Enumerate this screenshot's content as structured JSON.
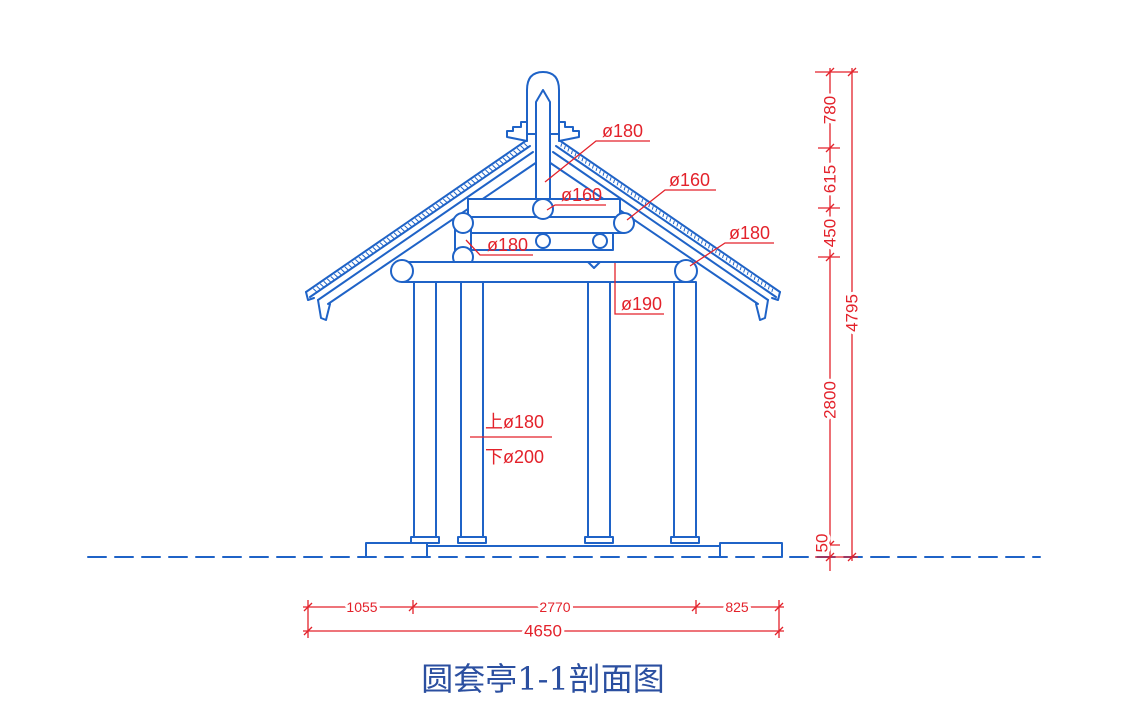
{
  "colors": {
    "background": "#ffffff",
    "structure": "#1f63c7",
    "dimension": "#e3222b",
    "title": "#2b4fa0"
  },
  "title": "圆套亭1-1剖面图",
  "member_labels": {
    "ridge": "ø180",
    "ridge_purlin": "ø160",
    "upper_purlin_right": "ø160",
    "middle_purlin_left": "ø180",
    "eave_purlin_right": "ø180",
    "eave_beam": "ø190",
    "column_top": "上ø180",
    "column_bottom": "下ø200"
  },
  "vertical_dimensions": {
    "segments": [
      "780",
      "615",
      "450",
      "2800",
      "50"
    ],
    "total": "4795"
  },
  "horizontal_dimensions": {
    "segments": [
      "1055",
      "2770",
      "825"
    ],
    "total": "4650"
  }
}
